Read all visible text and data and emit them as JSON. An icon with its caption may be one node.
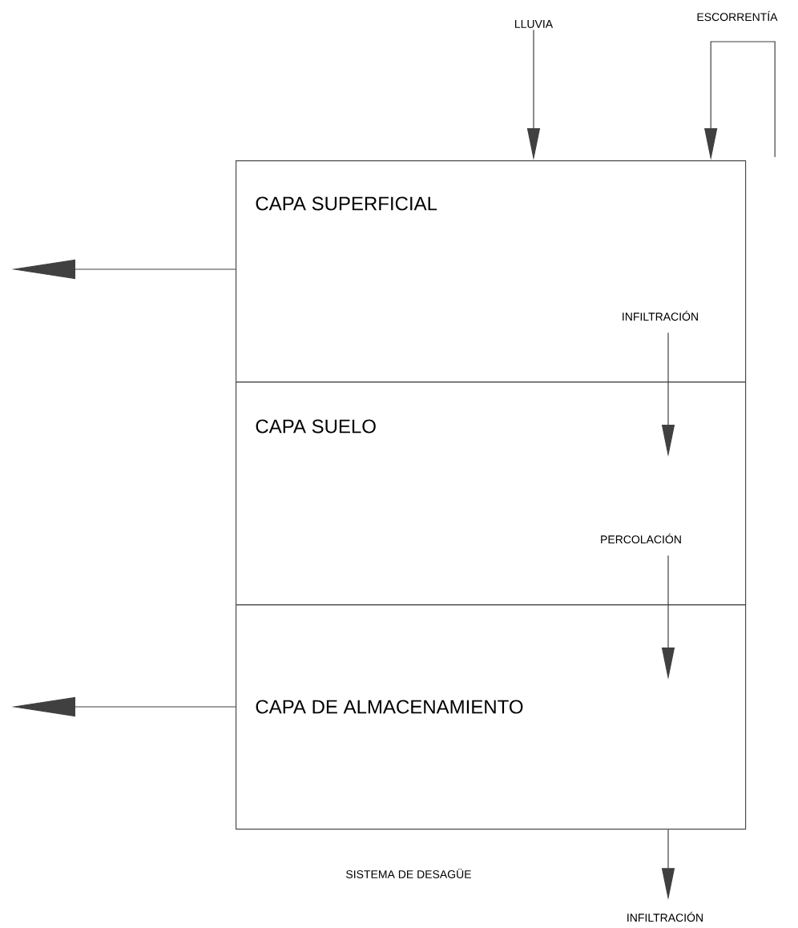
{
  "diagram": {
    "nodes": [
      {
        "text": [
          "CAPA SUPERFICIAL"
        ]
      },
      {
        "text": [
          "CAPA SUELO"
        ]
      },
      {
        "text": [
          "CAPA DE ALMACENAMIENTO"
        ]
      },
      {
        "text": [
          "LLUVIA"
        ]
      }
    ],
    "edges": [
      {
        "from": 3,
        "to": 0,
        "arrow": "to"
      },
      {
        "from": null,
        "to": 0,
        "arrow": "to",
        "label": "ESCORRENTÍA"
      },
      {
        "from": 0,
        "to": null,
        "arrow": "to"
      },
      {
        "from": 0,
        "to": 1,
        "arrow": "to",
        "label": "INFILTRACIÓN"
      },
      {
        "from": 1,
        "to": 2,
        "arrow": "to",
        "label": "PERCOLACIÓN"
      },
      {
        "from": 2,
        "to": null,
        "arrow": "to"
      },
      {
        "from": 2,
        "to": null,
        "arrow": "to",
        "label": "INFILTRACIÓN"
      }
    ],
    "labels": [
      "SISTEMA DE DESAGÜE"
    ]
  }
}
